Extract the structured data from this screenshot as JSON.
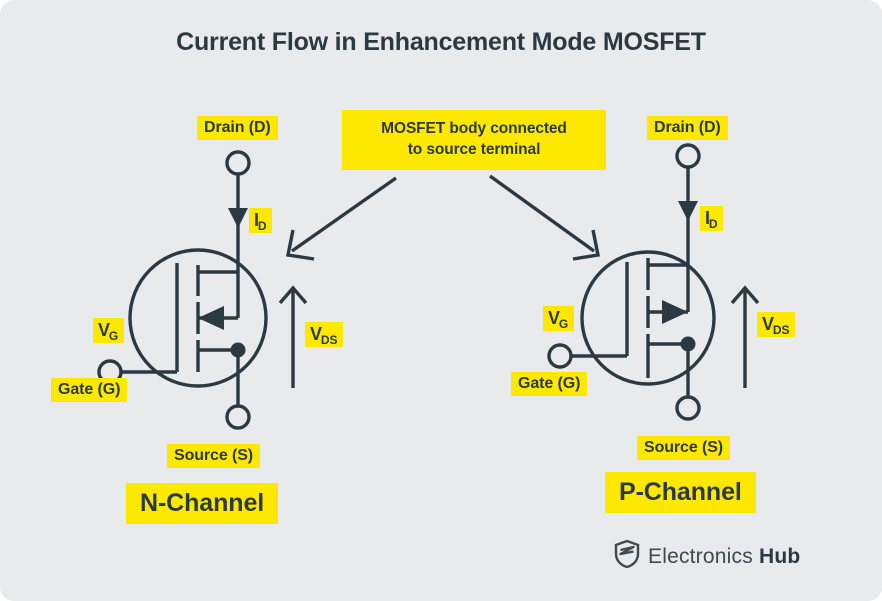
{
  "page": {
    "title": "Current Flow in Enhancement Mode MOSFET",
    "background_color": "#e8eaec",
    "ink_color": "#2b3a42",
    "highlight_color": "#ffe800"
  },
  "annotation": {
    "text": "MOSFET body connected to source terminal",
    "line1": "MOSFET body connected",
    "line2": "to source terminal"
  },
  "n_channel": {
    "name": "N-Channel",
    "drain_label": "Drain (D)",
    "source_label": "Source (S)",
    "gate_label": "Gate (G)",
    "current_label": "I",
    "current_sub": "D",
    "gate_voltage_label": "V",
    "gate_voltage_sub": "G",
    "ds_voltage_label": "V",
    "ds_voltage_sub": "DS"
  },
  "p_channel": {
    "name": "P-Channel",
    "drain_label": "Drain (D)",
    "source_label": "Source (S)",
    "gate_label": "Gate (G)",
    "current_label": "I",
    "current_sub": "D",
    "gate_voltage_label": "V",
    "gate_voltage_sub": "G",
    "ds_voltage_label": "V",
    "ds_voltage_sub": "DS"
  },
  "brand": {
    "name_light": "Electronics",
    "name_bold": "Hub",
    "icon": "shield-bolt-icon"
  }
}
